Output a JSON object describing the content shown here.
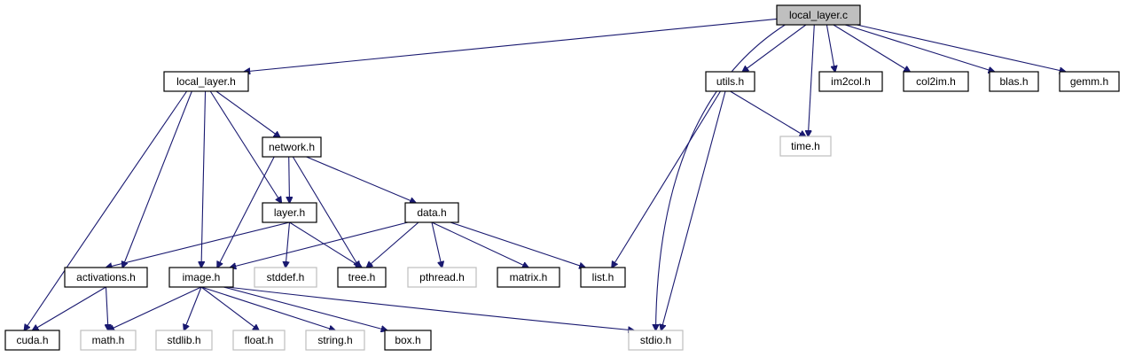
{
  "colors": {
    "edge": "#191970",
    "root_fill": "#bfbfbf",
    "project_border": "#000000",
    "system_border": "#bfbfbf",
    "background": "#ffffff"
  },
  "nodes": [
    {
      "id": "local_layer_c",
      "label": "local_layer.c",
      "kind": "root"
    },
    {
      "id": "local_layer_h",
      "label": "local_layer.h",
      "kind": "project"
    },
    {
      "id": "utils_h",
      "label": "utils.h",
      "kind": "project"
    },
    {
      "id": "im2col_h",
      "label": "im2col.h",
      "kind": "project"
    },
    {
      "id": "col2im_h",
      "label": "col2im.h",
      "kind": "project"
    },
    {
      "id": "blas_h",
      "label": "blas.h",
      "kind": "project"
    },
    {
      "id": "gemm_h",
      "label": "gemm.h",
      "kind": "project"
    },
    {
      "id": "network_h",
      "label": "network.h",
      "kind": "project"
    },
    {
      "id": "time_h",
      "label": "time.h",
      "kind": "system"
    },
    {
      "id": "layer_h",
      "label": "layer.h",
      "kind": "project"
    },
    {
      "id": "data_h",
      "label": "data.h",
      "kind": "project"
    },
    {
      "id": "activations_h",
      "label": "activations.h",
      "kind": "project"
    },
    {
      "id": "image_h",
      "label": "image.h",
      "kind": "project"
    },
    {
      "id": "stddef_h",
      "label": "stddef.h",
      "kind": "system"
    },
    {
      "id": "tree_h",
      "label": "tree.h",
      "kind": "project"
    },
    {
      "id": "pthread_h",
      "label": "pthread.h",
      "kind": "system"
    },
    {
      "id": "matrix_h",
      "label": "matrix.h",
      "kind": "project"
    },
    {
      "id": "list_h",
      "label": "list.h",
      "kind": "project"
    },
    {
      "id": "cuda_h",
      "label": "cuda.h",
      "kind": "project"
    },
    {
      "id": "math_h",
      "label": "math.h",
      "kind": "system"
    },
    {
      "id": "stdlib_h",
      "label": "stdlib.h",
      "kind": "system"
    },
    {
      "id": "float_h",
      "label": "float.h",
      "kind": "system"
    },
    {
      "id": "string_h",
      "label": "string.h",
      "kind": "system"
    },
    {
      "id": "box_h",
      "label": "box.h",
      "kind": "project"
    },
    {
      "id": "stdio_h",
      "label": "stdio.h",
      "kind": "system"
    }
  ],
  "edges": [
    {
      "from": "local_layer_c",
      "to": "local_layer_h"
    },
    {
      "from": "local_layer_c",
      "to": "utils_h"
    },
    {
      "from": "local_layer_c",
      "to": "im2col_h"
    },
    {
      "from": "local_layer_c",
      "to": "col2im_h"
    },
    {
      "from": "local_layer_c",
      "to": "blas_h"
    },
    {
      "from": "local_layer_c",
      "to": "gemm_h"
    },
    {
      "from": "local_layer_c",
      "to": "time_h"
    },
    {
      "from": "local_layer_c",
      "to": "stdio_h"
    },
    {
      "from": "local_layer_h",
      "to": "network_h"
    },
    {
      "from": "local_layer_h",
      "to": "layer_h"
    },
    {
      "from": "local_layer_h",
      "to": "activations_h"
    },
    {
      "from": "local_layer_h",
      "to": "image_h"
    },
    {
      "from": "local_layer_h",
      "to": "cuda_h"
    },
    {
      "from": "utils_h",
      "to": "time_h"
    },
    {
      "from": "utils_h",
      "to": "list_h"
    },
    {
      "from": "utils_h",
      "to": "stdio_h"
    },
    {
      "from": "network_h",
      "to": "layer_h"
    },
    {
      "from": "network_h",
      "to": "data_h"
    },
    {
      "from": "network_h",
      "to": "image_h"
    },
    {
      "from": "network_h",
      "to": "tree_h"
    },
    {
      "from": "layer_h",
      "to": "activations_h"
    },
    {
      "from": "layer_h",
      "to": "stddef_h"
    },
    {
      "from": "layer_h",
      "to": "tree_h"
    },
    {
      "from": "data_h",
      "to": "image_h"
    },
    {
      "from": "data_h",
      "to": "tree_h"
    },
    {
      "from": "data_h",
      "to": "pthread_h"
    },
    {
      "from": "data_h",
      "to": "matrix_h"
    },
    {
      "from": "data_h",
      "to": "list_h"
    },
    {
      "from": "activations_h",
      "to": "cuda_h"
    },
    {
      "from": "activations_h",
      "to": "math_h"
    },
    {
      "from": "image_h",
      "to": "math_h"
    },
    {
      "from": "image_h",
      "to": "stdlib_h"
    },
    {
      "from": "image_h",
      "to": "float_h"
    },
    {
      "from": "image_h",
      "to": "string_h"
    },
    {
      "from": "image_h",
      "to": "box_h"
    },
    {
      "from": "image_h",
      "to": "stdio_h"
    }
  ]
}
